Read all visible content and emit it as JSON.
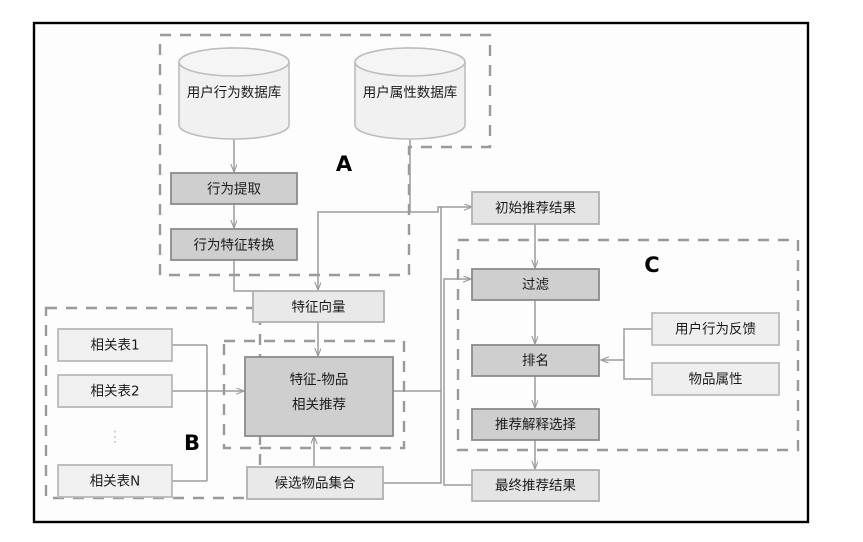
{
  "diagram": {
    "title": "",
    "colors": {
      "frame_border": "#000000",
      "page_background": "#fdfdfd",
      "node_light_fill": "#e9e9e9",
      "node_light_stroke": "#b0b0b0",
      "node_dark_fill": "#cfcfcf",
      "node_dark_stroke": "#8a8a8a",
      "cylinder_fill": "#f1f1f1",
      "cylinder_stroke": "#bdbdbd",
      "group_dash_stroke": "#9a9a9a",
      "connector_stroke": "#9b9b9b",
      "label_text": "#1b1b1b",
      "group_label_text": "#000000"
    },
    "groups": [
      {
        "id": "A",
        "label": "A",
        "style": "dashed"
      },
      {
        "id": "B",
        "label": "B",
        "style": "dashed"
      },
      {
        "id": "C",
        "label": "C",
        "style": "dashed"
      },
      {
        "id": "core",
        "label": "",
        "style": "dashed"
      }
    ],
    "nodes": [
      {
        "id": "db_behavior",
        "label": "用户行为数据库",
        "shape": "cylinder",
        "fill": "light"
      },
      {
        "id": "db_attribute",
        "label": "用户属性数据库",
        "shape": "cylinder",
        "fill": "light"
      },
      {
        "id": "behavior_extract",
        "label": "行为提取",
        "shape": "rect",
        "fill": "dark"
      },
      {
        "id": "behavior_transform",
        "label": "行为特征转换",
        "shape": "rect",
        "fill": "dark"
      },
      {
        "id": "feature_vector",
        "label": "特征向量",
        "shape": "rect",
        "fill": "light"
      },
      {
        "id": "rel_table_1",
        "label": "相关表1",
        "shape": "rect",
        "fill": "light"
      },
      {
        "id": "rel_table_2",
        "label": "相关表2",
        "shape": "rect",
        "fill": "light"
      },
      {
        "id": "rel_table_n",
        "label": "相关表N",
        "shape": "rect",
        "fill": "light"
      },
      {
        "id": "feature_item_rec",
        "label_line1": "特征-物品",
        "label_line2": "相关推荐",
        "shape": "rect",
        "fill": "dark"
      },
      {
        "id": "candidate_set",
        "label": "候选物品集合",
        "shape": "rect",
        "fill": "light"
      },
      {
        "id": "initial_result",
        "label": "初始推荐结果",
        "shape": "rect",
        "fill": "light"
      },
      {
        "id": "filter",
        "label": "过滤",
        "shape": "rect",
        "fill": "dark"
      },
      {
        "id": "ranking",
        "label": "排名",
        "shape": "rect",
        "fill": "dark"
      },
      {
        "id": "explain_select",
        "label": "推荐解释选择",
        "shape": "rect",
        "fill": "dark"
      },
      {
        "id": "final_result",
        "label": "最终推荐结果",
        "shape": "rect",
        "fill": "light"
      },
      {
        "id": "user_feedback",
        "label": "用户行为反馈",
        "shape": "rect",
        "fill": "light"
      },
      {
        "id": "item_attribute",
        "label": "物品属性",
        "shape": "rect",
        "fill": "light"
      }
    ],
    "vertical_ellipsis": "⋮",
    "edges": [
      {
        "from": "db_behavior",
        "to": "behavior_extract"
      },
      {
        "from": "behavior_extract",
        "to": "behavior_transform"
      },
      {
        "from": "behavior_transform",
        "to": "feature_vector"
      },
      {
        "from": "db_attribute",
        "to": "feature_vector"
      },
      {
        "from": "db_attribute",
        "to": "initial_result"
      },
      {
        "from": "feature_vector",
        "to": "feature_item_rec"
      },
      {
        "from": "rel_table_1",
        "to": "feature_item_rec"
      },
      {
        "from": "rel_table_2",
        "to": "feature_item_rec"
      },
      {
        "from": "rel_table_n",
        "to": "feature_item_rec"
      },
      {
        "from": "candidate_set",
        "to": "feature_item_rec"
      },
      {
        "from": "candidate_set",
        "to": "initial_result"
      },
      {
        "from": "feature_item_rec",
        "to": "initial_result"
      },
      {
        "from": "initial_result",
        "to": "filter"
      },
      {
        "from": "filter",
        "to": "ranking"
      },
      {
        "from": "ranking",
        "to": "explain_select"
      },
      {
        "from": "explain_select",
        "to": "final_result"
      },
      {
        "from": "user_feedback",
        "to": "ranking"
      },
      {
        "from": "item_attribute",
        "to": "ranking"
      },
      {
        "from": "final_result",
        "to": "filter"
      }
    ]
  }
}
